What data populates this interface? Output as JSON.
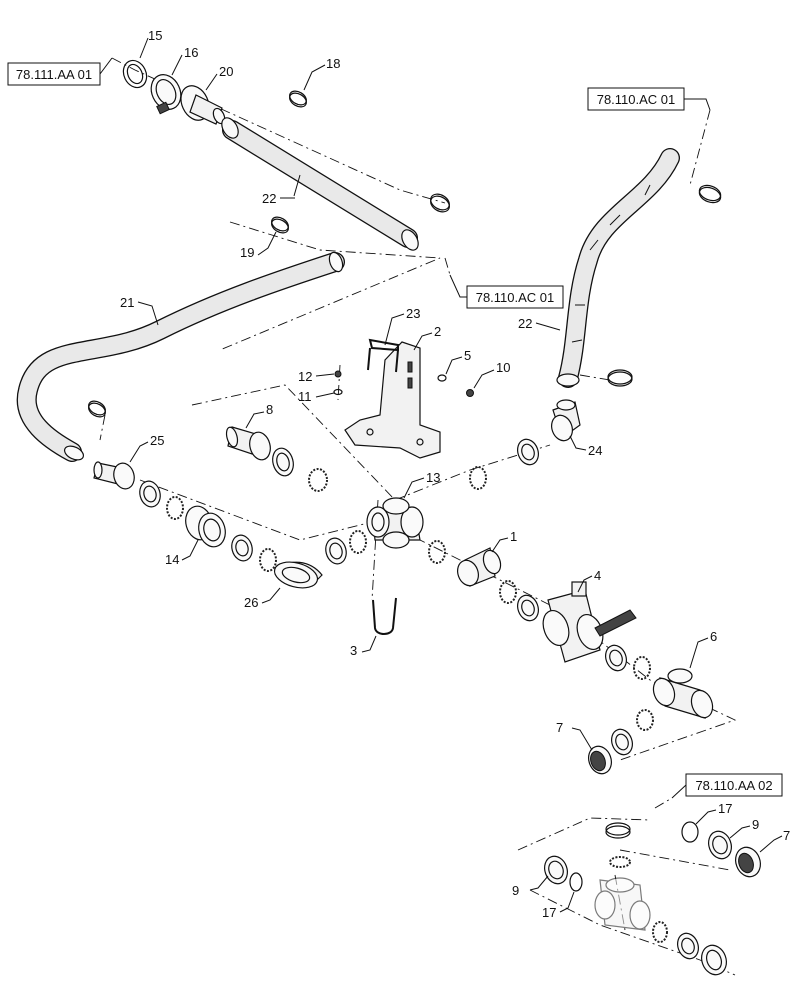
{
  "reference_boxes": {
    "ref_top_left": "78.111.AA 01",
    "ref_top_right": "78.110.AC 01",
    "ref_middle": "78.110.AC 01",
    "ref_bottom_right": "78.110.AA 02"
  },
  "callouts": {
    "c15": "15",
    "c16": "16",
    "c20": "20",
    "c18": "18",
    "c22_top": "22",
    "c22_right": "22",
    "c19": "19",
    "c21": "21",
    "c23": "23",
    "c2": "2",
    "c5": "5",
    "c10": "10",
    "c12": "12",
    "c11": "11",
    "c8": "8",
    "c25": "25",
    "c13": "13",
    "c24": "24",
    "c1": "1",
    "c14": "14",
    "c26": "26",
    "c4": "4",
    "c3": "3",
    "c6": "6",
    "c7_mid": "7",
    "c17_right": "17",
    "c9_right": "9",
    "c7_right": "7",
    "c9_left": "9",
    "c17_left": "17"
  }
}
